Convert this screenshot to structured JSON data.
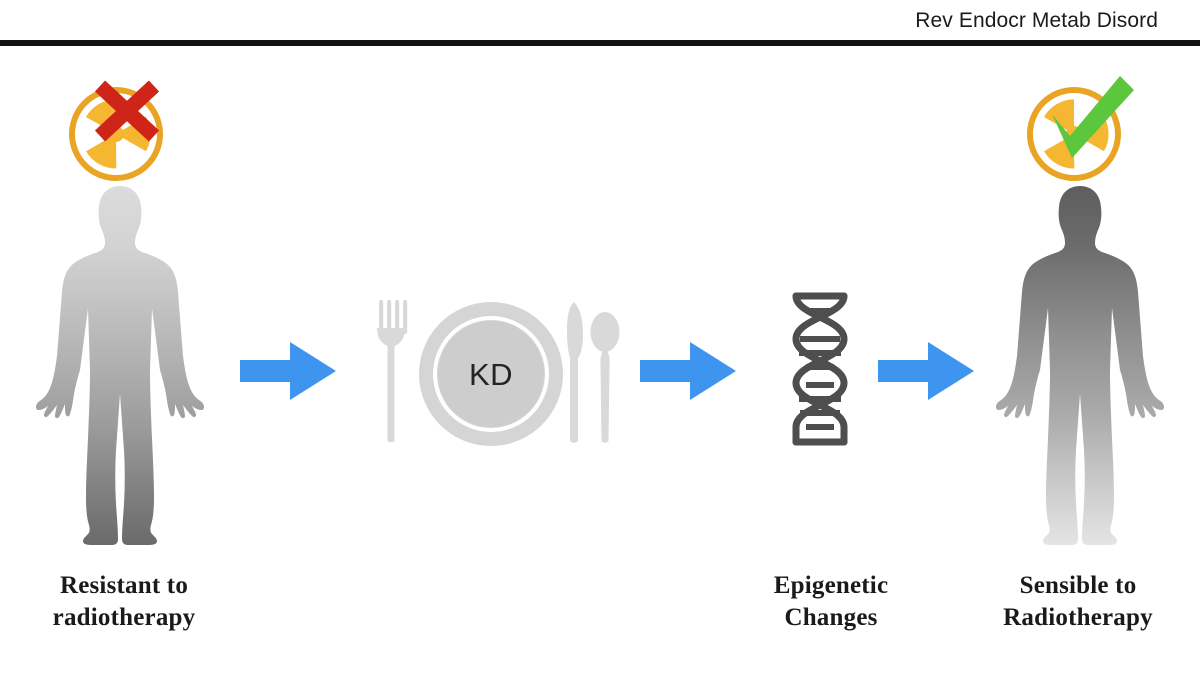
{
  "header": {
    "journal": "Rev Endocr Metab Disord",
    "rule_color": "#121212"
  },
  "figure": {
    "background": "#ffffff",
    "type": "scientific-flow-diagram",
    "summary": "Ketogenic diet induces epigenetic changes that convert a radiotherapy-resistant patient into a radiotherapy-sensible patient",
    "flow_sequence": [
      "Resistant to radiotherapy",
      "KD",
      "Epigenetic Changes",
      "Sensible to Radiotherapy"
    ]
  },
  "badges": {
    "no_radiotherapy": {
      "name": "radiation-symbol-with-red-x",
      "ring_color": "#e8a422",
      "blade_color": "#f5b731",
      "mark_color": "#cf2418",
      "mark_glyph": "✗"
    },
    "yes_radiotherapy": {
      "name": "radiation-symbol-with-green-check",
      "ring_color": "#e8a422",
      "blade_color": "#f5b731",
      "mark_color": "#5cc63c",
      "mark_glyph": "✓"
    }
  },
  "humans": {
    "resistant": {
      "label": "human-silhouette-resistant",
      "gradient_from": "#d9d9d9",
      "gradient_to": "#6d6d6d",
      "gradient_direction": "light-head-to-dark-feet"
    },
    "sensible": {
      "label": "human-silhouette-sensible",
      "gradient_from": "#5f5f5f",
      "gradient_to": "#e2e2e2",
      "gradient_direction": "dark-head-to-light-feet"
    }
  },
  "arrows": {
    "color": "#3d95f0",
    "count": 3,
    "direction": "right"
  },
  "plate": {
    "label": "KD",
    "plate_color": "#d5d5d5",
    "rim_color": "#cfcfcf",
    "inner_ring_color": "#ffffff",
    "cutlery_color": "#d9d9d9",
    "utensils": [
      "fork",
      "knife",
      "spoon"
    ]
  },
  "dna": {
    "label": "dna-double-helix",
    "color": "#4e4e4e",
    "rungs": 8
  },
  "captions": {
    "resistant": {
      "line1": "Resistant to",
      "line2": "radiotherapy"
    },
    "epigenetic": {
      "line1": "Epigenetic",
      "line2": "Changes"
    },
    "sensible": {
      "line1": "Sensible to",
      "line2": "Radiotherapy"
    }
  }
}
